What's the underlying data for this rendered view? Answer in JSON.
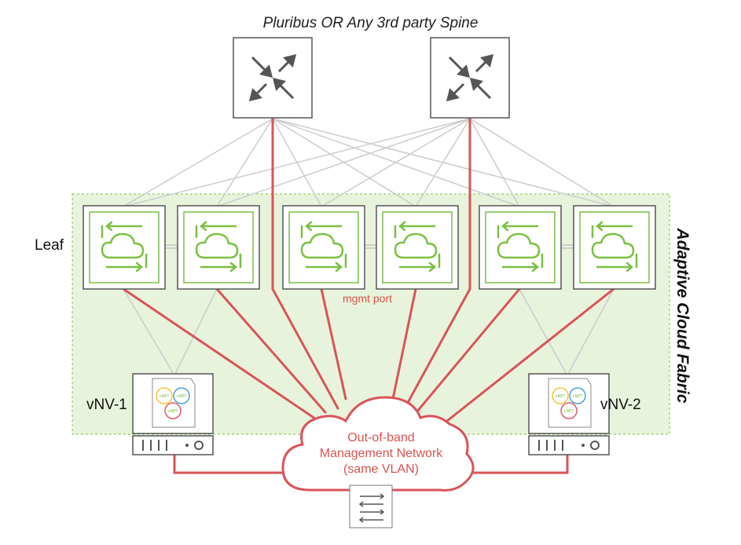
{
  "diagram": {
    "spine_title": "Pluribus OR Any 3rd party Spine",
    "leaf_label": "Leaf",
    "fabric_label": "Adaptive Cloud Fabric",
    "mgmt_port_label": "mgmt port",
    "vnv1_label": "vNV-1",
    "vnv2_label": "vNV-2",
    "cloud_lines": [
      "Out-of-band",
      "Management Network",
      "(same VLAN)"
    ],
    "vnet_badge": "vNET",
    "colors": {
      "mgmt_link": "#d9545a",
      "fabric_link": "#cccccc",
      "leaf_green": "#7bc043",
      "fabric_area": "#e8f3dc",
      "device_border": "#555555"
    },
    "icons": {
      "spine": "switch-arrows-icon",
      "leaf": "cloud-sync-icon",
      "vnv": "vnet-cluster-icon",
      "oob_switch": "oob-switch-icon"
    }
  }
}
